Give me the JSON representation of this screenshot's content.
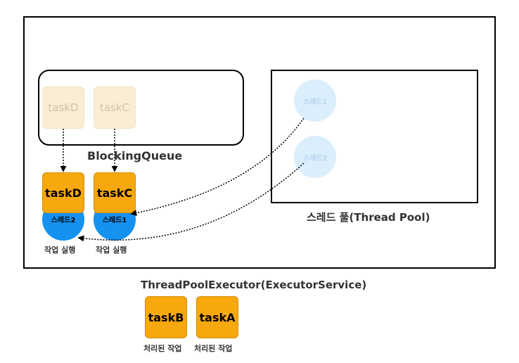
{
  "executor_title": "ThreadPoolExecutor(ExecutorService)",
  "queue_title": "BlockingQueue",
  "pool_title": "스레드 풀(Thread Pool)",
  "queued_tasks": {
    "d": "taskD",
    "c": "taskC"
  },
  "running": {
    "d": {
      "task": "taskD",
      "thread": "스레드2",
      "status": "작업 실행"
    },
    "c": {
      "task": "taskC",
      "thread": "스레드1",
      "status": "작업 실행"
    }
  },
  "pool_threads": {
    "t1": "스레드1",
    "t2": "스레드2"
  },
  "processed": {
    "b": {
      "task": "taskB",
      "status": "처리된 작업"
    },
    "a": {
      "task": "taskA",
      "status": "처리된 작업"
    }
  },
  "colors": {
    "task_active": "#f7a80d",
    "task_faded": "#fbedd3",
    "thread_busy": "#1592f0",
    "thread_idle": "#dbeefb"
  }
}
